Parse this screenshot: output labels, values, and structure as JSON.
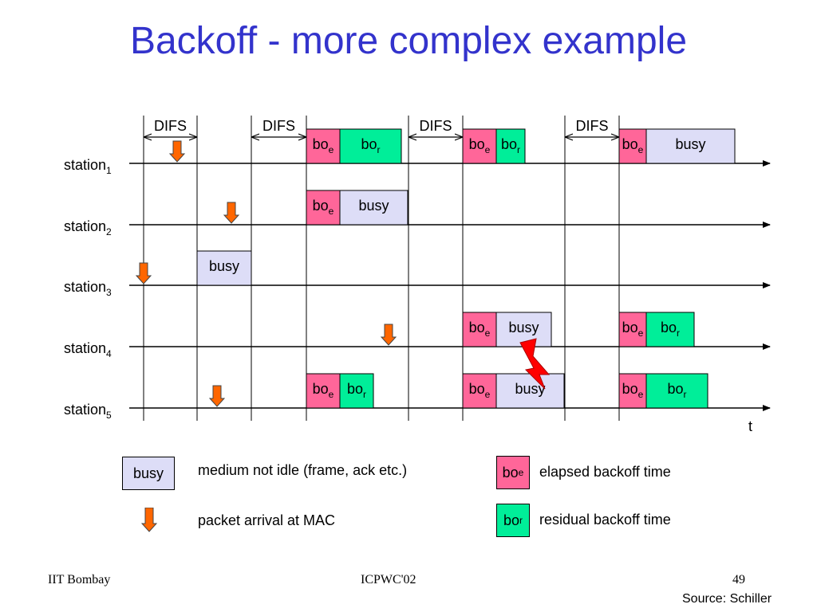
{
  "title": "Backoff - more complex example",
  "colors": {
    "title": "#3333cc",
    "bo_e": "#ff6699",
    "bo_r": "#00ee99",
    "busy": "#ddddf7",
    "arrow": "#ff6600",
    "bolt": "#ff0000"
  },
  "difs_label": "DIFS",
  "stations": [
    {
      "label": "station",
      "sub": "1"
    },
    {
      "label": "station",
      "sub": "2"
    },
    {
      "label": "station",
      "sub": "3"
    },
    {
      "label": "station",
      "sub": "4"
    },
    {
      "label": "station",
      "sub": "5"
    }
  ],
  "time_label": "t",
  "box_text": {
    "bo": "bo",
    "e": "e",
    "r": "r",
    "busy": "busy"
  },
  "legend": {
    "busy_label": "busy",
    "busy_desc": "medium not idle (frame, ack etc.)",
    "arrival_desc": "packet arrival at MAC",
    "boe_desc": "elapsed backoff time",
    "bor_desc": "residual backoff time"
  },
  "footer": {
    "left": "IIT Bombay",
    "center": "ICPWC'02",
    "page": "49",
    "source": "Source: Schiller"
  }
}
